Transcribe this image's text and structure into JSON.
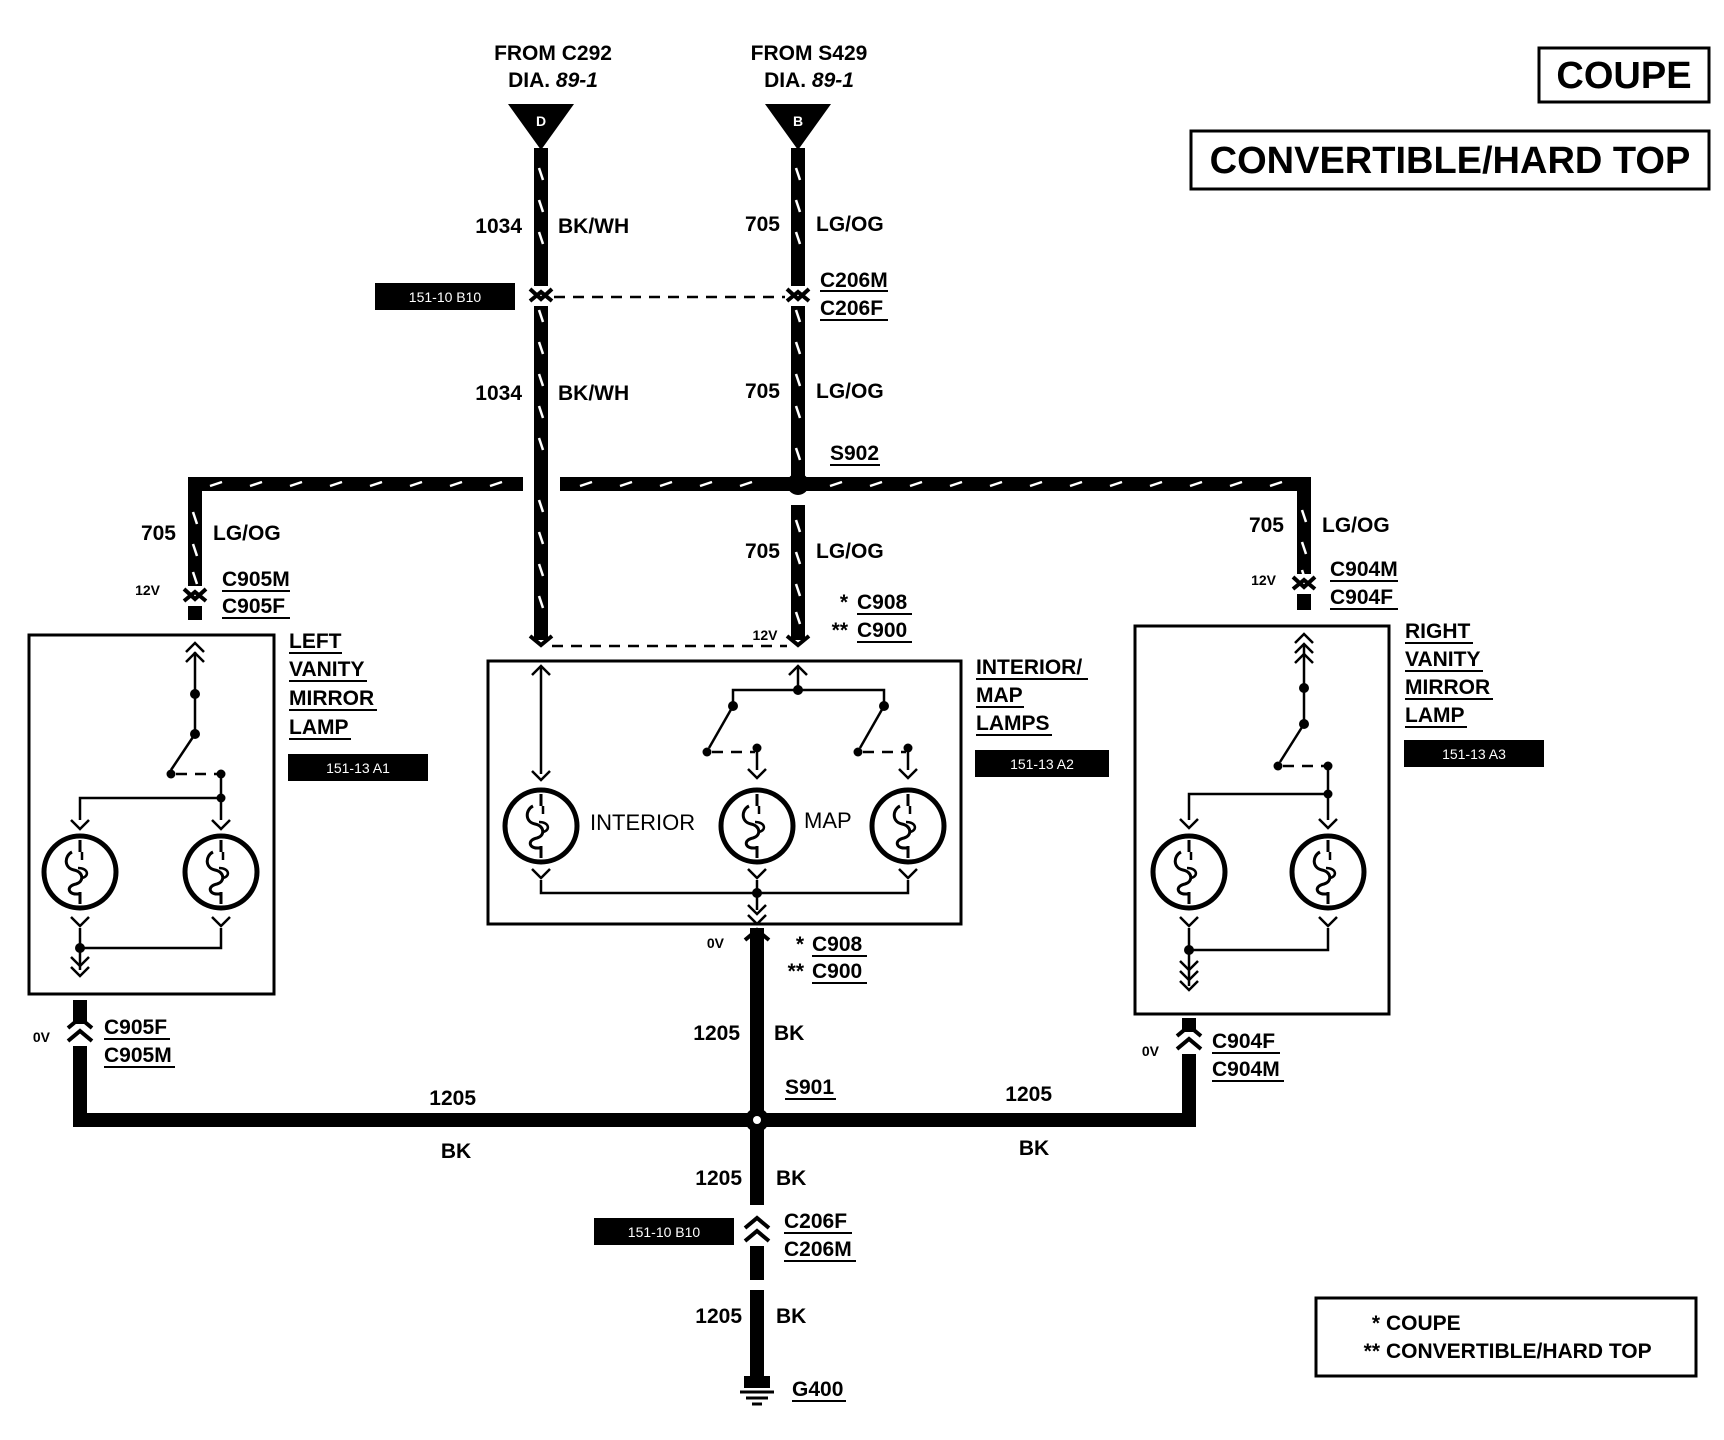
{
  "headers": {
    "coupe": "COUPE",
    "convertible": "CONVERTIBLE/HARD TOP"
  },
  "sources": {
    "left": {
      "line1": "FROM C292",
      "line2_prefix": "DIA.",
      "line2_ref": "89-1",
      "pin": "D"
    },
    "right": {
      "line1": "FROM S429",
      "line2_prefix": "DIA.",
      "line2_ref": "89-1",
      "pin": "B"
    }
  },
  "wires": {
    "w1034": "1034",
    "bkwh": "BK/WH",
    "w705": "705",
    "lgog": "LG/OG",
    "w1205": "1205",
    "bk": "BK"
  },
  "connectors": {
    "c206m": "C206M",
    "c206f": "C206F",
    "s902": "S902",
    "c905m": "C905M",
    "c905f": "C905F",
    "c904m": "C904M",
    "c904f": "C904F",
    "c908": "C908",
    "c900": "C900",
    "s901": "S901",
    "g400": "G400",
    "star1": "*",
    "star2": "**"
  },
  "voltages": {
    "v12": "12V",
    "v0": "0V"
  },
  "components": {
    "left_lamp": [
      "LEFT",
      "VANITY",
      "MIRROR",
      "LAMP"
    ],
    "right_lamp": [
      "RIGHT",
      "VANITY",
      "MIRROR",
      "LAMP"
    ],
    "center_lamp": [
      "INTERIOR/",
      "MAP",
      "LAMPS"
    ],
    "interior": "INTERIOR",
    "map": "MAP"
  },
  "tags": {
    "top": "151-10 B10",
    "bottom": "151-10 B10",
    "left": "151-13 A1",
    "center": "151-13 A2",
    "right": "151-13 A3"
  },
  "legend": {
    "line1_mark": "*",
    "line1_text": "COUPE",
    "line2_mark": "**",
    "line2_text": "CONVERTIBLE/HARD TOP"
  }
}
